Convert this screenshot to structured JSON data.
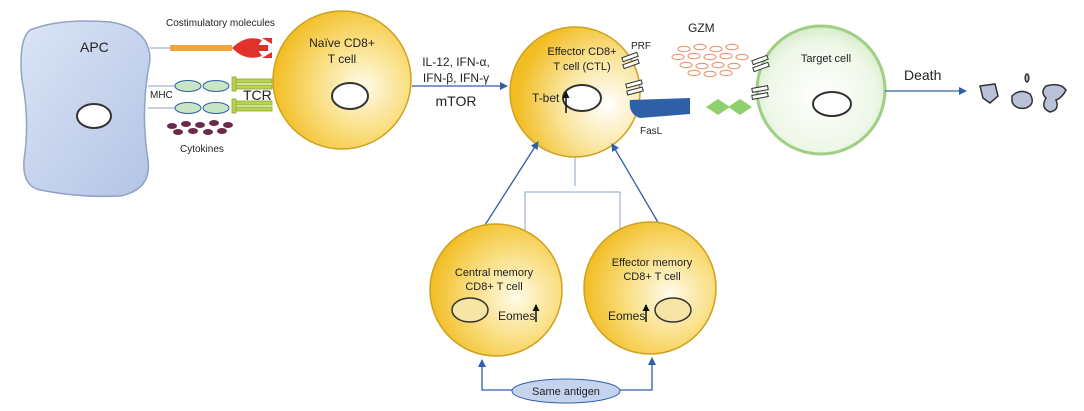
{
  "labels": {
    "apc": "APC",
    "costimulatory": "Costimulatory molecules",
    "mhc": "MHC",
    "tcr": "TCR",
    "cytokines": "Cytokines",
    "naive_line1": "Naïve CD8+",
    "naive_line2": "T cell",
    "signals_line1": "IL-12, IFN-α,",
    "signals_line2": "IFN-β,  IFN-γ",
    "mtor": "mTOR",
    "effector_line1": "Effector CD8+",
    "effector_line2": "T cell (CTL)",
    "tbet": "T-bet",
    "prf": "PRF",
    "gzm": "GZM",
    "fasl": "FasL",
    "target": "Target cell",
    "death": "Death",
    "central_line1": "Central memory",
    "central_line2": "CD8+ T cell",
    "effmem_line1": "Effector memory",
    "effmem_line2": "CD8+ T cell",
    "eomes_central": "Eomes",
    "eomes_effector": "Eomes",
    "antigen": "Same antigen"
  },
  "colors": {
    "apc_fill": "#c5d3ee",
    "apc_stroke": "#8fa3c8",
    "cell_yellow": "#f5c431",
    "cell_yellow_light": "#fbe9a6",
    "cell_stroke": "#cfa21e",
    "target_fill": "#e3f2d9",
    "target_stroke": "#9fcf84",
    "arrow_blue": "#2f5fa7",
    "receptor_green": "#b8d34f",
    "mhc_green": "#c9e6c4",
    "costim_orange": "#f2a33a",
    "costim_red": "#e0312a",
    "cytokine_purple": "#6b2a4a",
    "gzm_orange": "#f08a5c",
    "fasl_blue": "#2f5fa7",
    "diamond_green": "#8fd06e",
    "antigen_fill": "#c5d3ee",
    "debris_fill": "#b9c2d9"
  }
}
